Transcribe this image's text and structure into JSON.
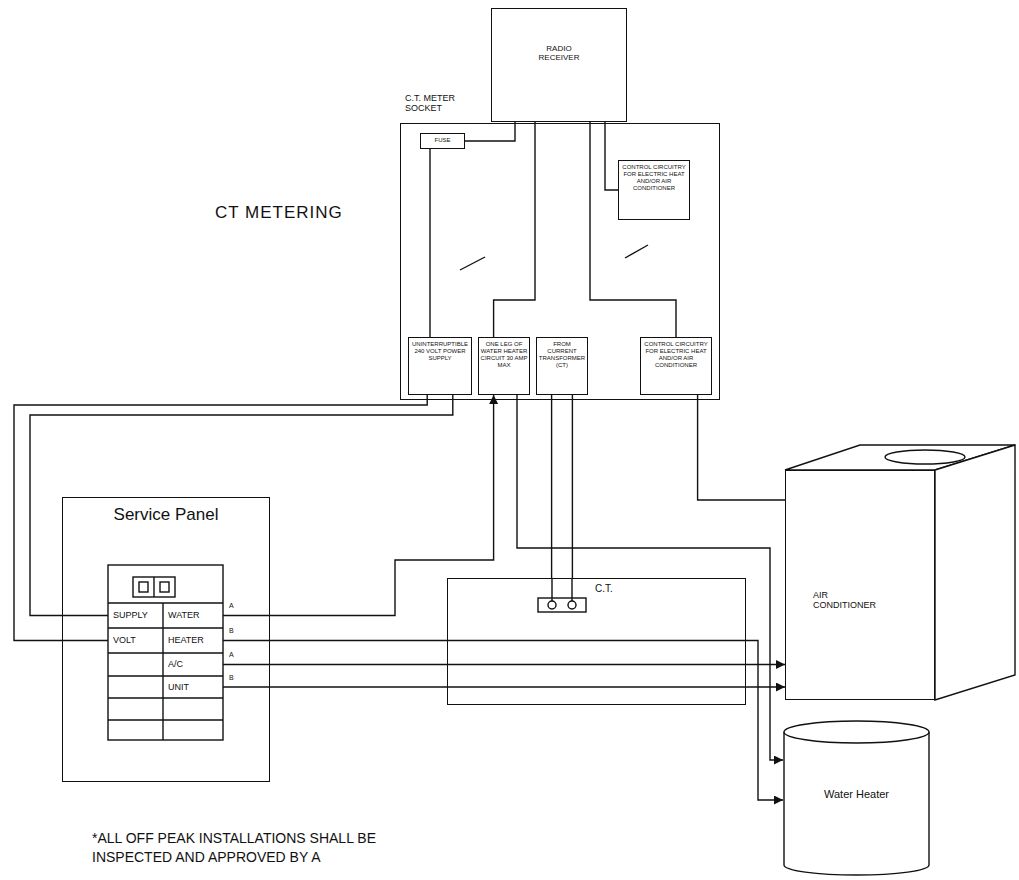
{
  "diagram": {
    "title": "CT METERING",
    "nodes": [
      {
        "text": [
          "RADIO RECEIVER"
        ]
      },
      {
        "text": [
          "C.T. METER SOCKET"
        ]
      },
      {
        "text": [
          "FUSE"
        ],
        "in": 1
      },
      {
        "text": [
          "CONTROL CIRCUITRY FOR ELECTRIC HEAT AND/OR AIR CONDITIONER"
        ],
        "in": 1
      },
      {
        "text": [
          "UNINTERRUPTIBLE 240 VOLT POWER SUPPLY"
        ],
        "in": 1
      },
      {
        "text": [
          "ONE LEG OF WATER HEATER CIRCUIT 30 AMP MAX"
        ],
        "in": 1
      },
      {
        "text": [
          "FROM CURRENT TRANSFORMER (CT)"
        ],
        "in": 1
      },
      {
        "text": [
          "CONTROL CIRCUITRY FOR ELECTRIC HEAT AND/OR AIR CONDITIONER"
        ],
        "in": 1
      },
      {
        "text": [
          "Service Panel"
        ]
      },
      {
        "text": [
          "SUPPLY"
        ],
        "in": 8
      },
      {
        "text": [
          "WATER"
        ],
        "in": 8
      },
      {
        "text": [
          "VOLT"
        ],
        "in": 8
      },
      {
        "text": [
          "HEATER"
        ],
        "in": 8
      },
      {
        "text": [
          "A/C"
        ],
        "in": 8
      },
      {
        "text": [
          "UNIT"
        ],
        "in": 8
      },
      {
        "text": [
          "C.T."
        ]
      },
      {
        "text": [
          "AIR CONDITIONER"
        ]
      },
      {
        "text": [
          "Water Heater"
        ]
      }
    ],
    "edges": [
      {
        "from": 0,
        "to": 2,
        "arrow": "none"
      },
      {
        "from": 2,
        "to": 4,
        "arrow": "none"
      },
      {
        "from": 0,
        "to": 3,
        "arrow": "none"
      },
      {
        "from": 0,
        "to": 5,
        "arrow": "none"
      },
      {
        "from": 0,
        "to": 7,
        "arrow": "none"
      },
      {
        "from": 4,
        "to": 9,
        "arrow": "none"
      },
      {
        "from": 4,
        "to": 11,
        "arrow": "none"
      },
      {
        "from": 10,
        "to": 5,
        "arrow": "to"
      },
      {
        "from": 5,
        "to": 17,
        "arrow": "to"
      },
      {
        "from": 12,
        "to": 17,
        "arrow": "to"
      },
      {
        "from": 13,
        "to": 16,
        "arrow": "to"
      },
      {
        "from": 14,
        "to": 16,
        "arrow": "to"
      },
      {
        "from": 6,
        "to": 15,
        "arrow": "none"
      },
      {
        "from": 6,
        "to": 15,
        "arrow": "none"
      },
      {
        "from": 7,
        "to": 16,
        "arrow": "none"
      }
    ],
    "labels": [
      "A",
      "B",
      "A",
      "B",
      "*ALL OFF PEAK INSTALLATIONS SHALL BE INSPECTED AND APPROVED BY A"
    ]
  }
}
